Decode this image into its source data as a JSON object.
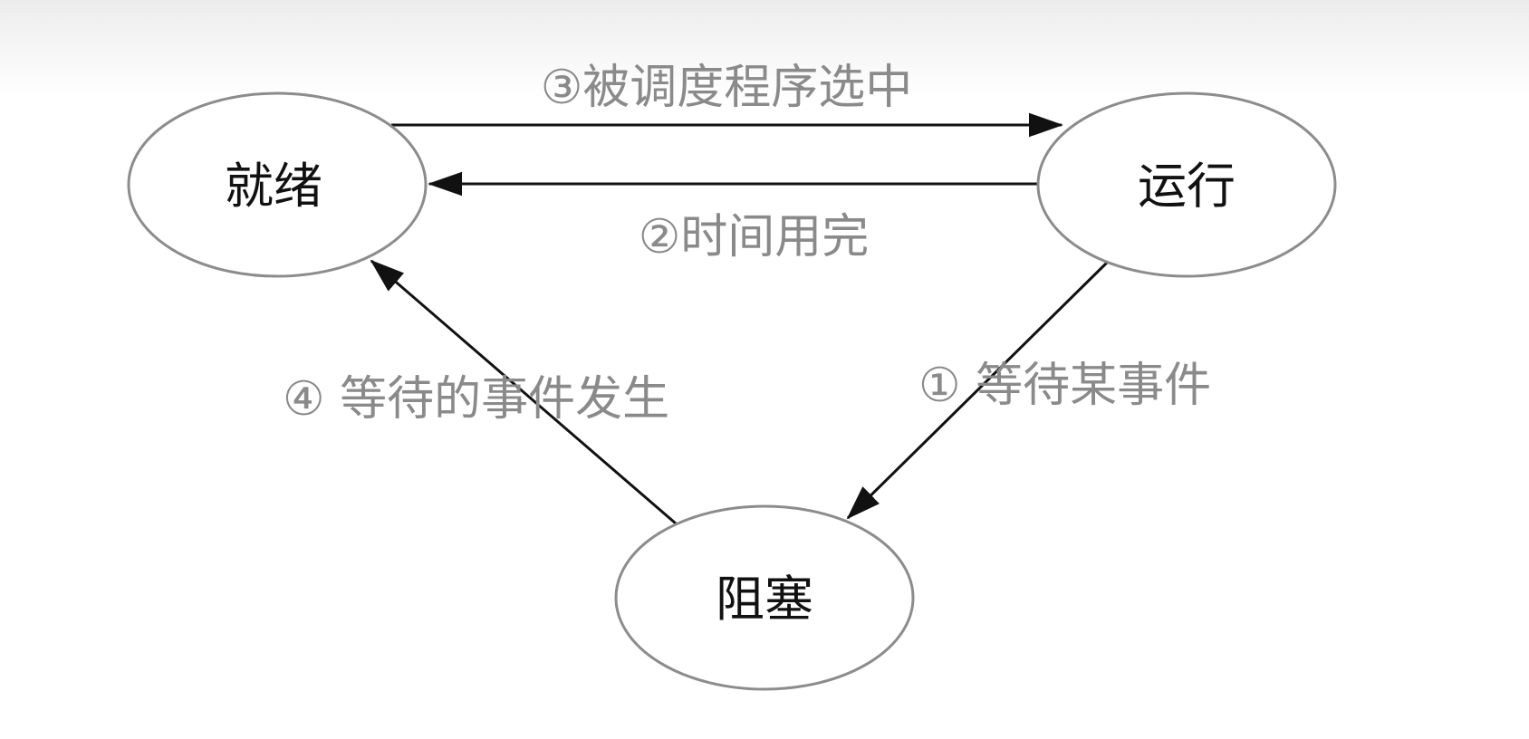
{
  "diagram": {
    "nodes": {
      "ready": "就绪",
      "running": "运行",
      "blocked": "阻塞"
    },
    "edges": {
      "ready_to_running": "③被调度程序选中",
      "running_to_ready": "②时间用完",
      "running_to_blocked": "① 等待某事件",
      "blocked_to_ready": "④ 等待的事件发生"
    },
    "colors": {
      "node_stroke": "#8c8c8c",
      "edge_stroke": "#111111",
      "edge_label": "#8a8a8a",
      "node_label": "#111111"
    }
  }
}
